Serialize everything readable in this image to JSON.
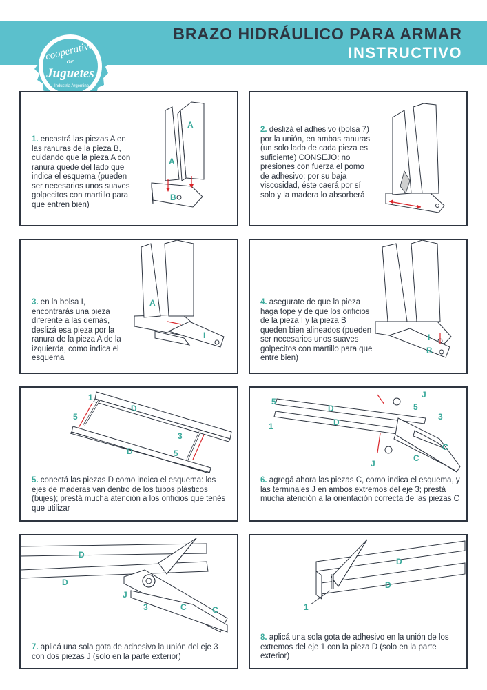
{
  "header": {
    "title": "BRAZO HIDRÁULICO PARA ARMAR",
    "subtitle": "INSTRUCTIVO"
  },
  "logo": {
    "line1": "cooperativa",
    "line2": "de",
    "line3": "Juguetes",
    "line4": "Industria Argentina"
  },
  "colors": {
    "accent": "#5bc0cc",
    "dark": "#2e3540",
    "label": "#3aa99b",
    "arrow": "#d9252a"
  },
  "steps": [
    {
      "num": "1.",
      "text": "encastrá las piezas A en las ranuras de la pieza B, cuidando que la pieza A con ranura quede del lado que indica el esquema (pueden ser necesarios unos suaves golpecitos con martillo para que entren bien)"
    },
    {
      "num": "2.",
      "text": "deslizá el adhesivo (bolsa 7) por la unión, en ambas ranuras (un solo lado de cada pieza es suficiente) CONSEJO: no presiones con fuerza el pomo de adhesivo; por su baja viscosidad, éste caerá por sí solo y la madera lo absorberá"
    },
    {
      "num": "3.",
      "text": "en la bolsa I, encontrarás una pieza diferente a las demás, deslizá esa pieza por la ranura de la pieza A de la izquierda, como indica el esquema"
    },
    {
      "num": "4.",
      "text": "asegurate de que la pieza haga tope y de que los orificios de la pieza I y la pieza B queden bien alineados (pueden ser necesarios unos suaves golpecitos con martillo para que entre bien)"
    },
    {
      "num": "5.",
      "text": "conectá las piezas D como indica el esquema: los ejes de maderas van dentro de los tubos plásticos (bujes); prestá mucha atención a los orificios que tenés que utilizar"
    },
    {
      "num": "6.",
      "text": "agregá ahora las piezas C, como indica el esquema, y las terminales J en ambos extremos del eje 3; prestá mucha atención a la orientación correcta de las piezas C"
    },
    {
      "num": "7.",
      "text": "aplicá una sola gota de adhesivo la unión del eje 3 con dos piezas J (solo en la parte exterior)"
    },
    {
      "num": "8.",
      "text": "aplicá una sola gota de adhesivo en la unión de los extremos del eje 1 con la pieza D (solo en la parte exterior)"
    }
  ],
  "labels": {
    "A": "A",
    "B": "B",
    "I": "I",
    "D": "D",
    "C": "C",
    "J": "J",
    "n1": "1",
    "n3": "3",
    "n5": "5"
  }
}
